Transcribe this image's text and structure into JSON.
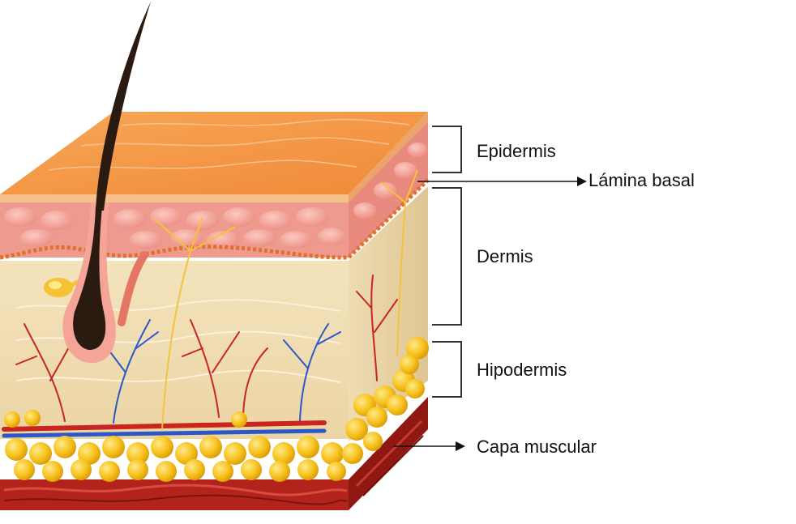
{
  "labels": {
    "epidermis": "Epidermis",
    "lamina_basal": "Lámina basal",
    "dermis": "Dermis",
    "hipodermis": "Hipodermis",
    "capa_muscular": "Capa muscular"
  },
  "colors": {
    "epidermis_top": "#f59a45",
    "epidermis_side": "#f3b67c",
    "basal_layer": "#ef8e84",
    "dermis": "#f1dfb8",
    "fat": "#f7c21c",
    "muscle": "#b0201a",
    "hair": "#2a1a10",
    "artery": "#c8261e",
    "vein": "#2b57c8",
    "nerve": "#f3c33a"
  }
}
